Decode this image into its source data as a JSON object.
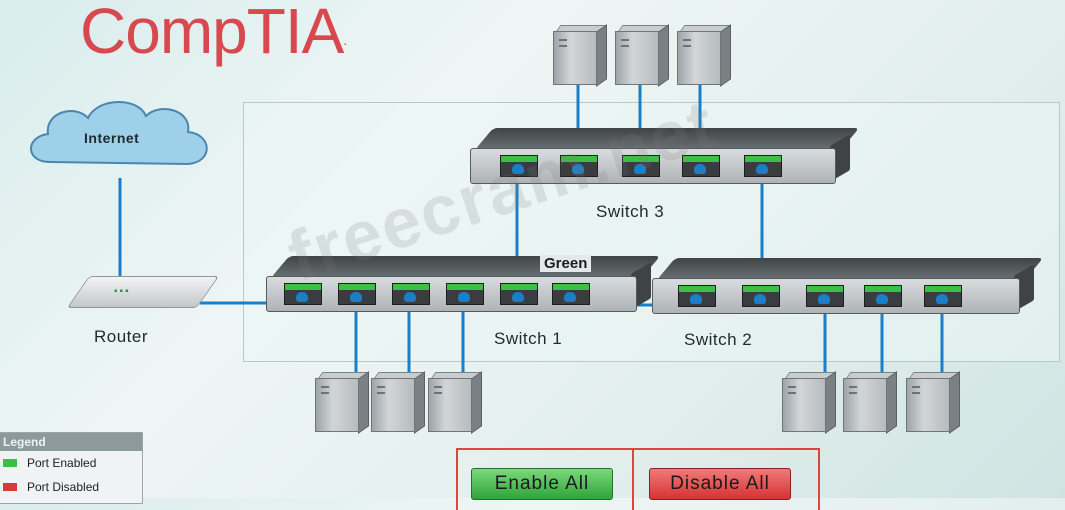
{
  "logo": {
    "text": "CompTIA",
    "reg": "."
  },
  "cloud": {
    "label": "Internet"
  },
  "router": {
    "label": "Router"
  },
  "switches": {
    "s1": {
      "label": "Switch 1"
    },
    "s2": {
      "label": "Switch 2"
    },
    "s3": {
      "label": "Switch 3"
    }
  },
  "tooltip": {
    "text": "Green"
  },
  "legend": {
    "title": "Legend",
    "items": [
      {
        "label": "Port Enabled",
        "color": "#3cbf45"
      },
      {
        "label": "Port Disabled",
        "color": "#d83a3a"
      }
    ]
  },
  "buttons": {
    "enable_all": "Enable All",
    "disable_all": "Disable All"
  },
  "watermark": "freecram.net",
  "colors": {
    "port_enabled": "#3cbf45",
    "port_disabled": "#d83a3a",
    "cable": "#1b7fc7"
  }
}
